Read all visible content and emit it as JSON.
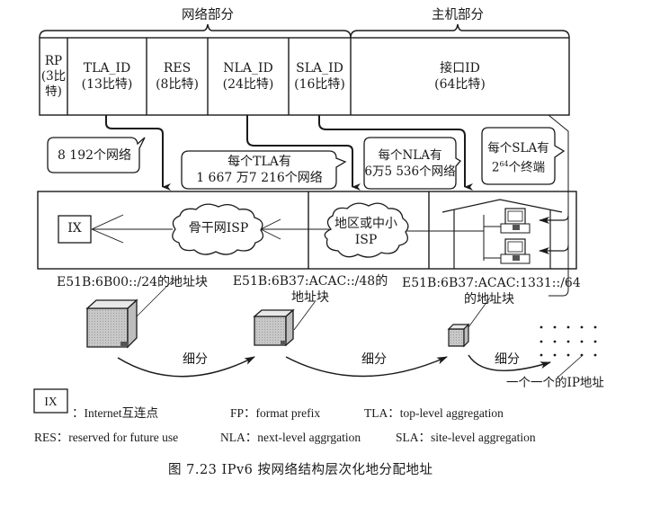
{
  "header": {
    "network_part": "网络部分",
    "host_part": "主机部分"
  },
  "fields": [
    {
      "name": "RP",
      "bits": "(3比",
      "bits2": "特)"
    },
    {
      "name": "TLA_ID",
      "bits": "(13比特)"
    },
    {
      "name": "RES",
      "bits": "(8比特)"
    },
    {
      "name": "NLA_ID",
      "bits": "(24比特)"
    },
    {
      "name": "SLA_ID",
      "bits": "(16比特)"
    },
    {
      "name": "接口ID",
      "bits": "(64比特)"
    }
  ],
  "bubbles": {
    "tla_count": "8 192个网络",
    "per_tla_line1": "每个TLA有",
    "per_tla_line2": "1 667 万7 216个网络",
    "per_nla_line1": "每个NLA有",
    "per_nla_line2": "6万5 536个网络",
    "per_sla_line1": "每个SLA有",
    "per_sla_line2_base": "2",
    "per_sla_line2_exp": "64",
    "per_sla_line2_rest": "个终端"
  },
  "network": {
    "ix_label": "IX",
    "backbone_isp": "骨干网ISP",
    "regional_isp_line1": "地区或中小",
    "regional_isp_line2": "ISP"
  },
  "blocks": {
    "block24": "E51B:6B00::/24的地址块",
    "block48_line1": "E51B:6B37:ACAC::/48的",
    "block48_line2": "地址块",
    "block64_line1": "E51B:6B37:ACAC:1331::/64",
    "block64_line2": "的地址块",
    "subdivide1": "细分",
    "subdivide2": "细分",
    "subdivide3": "细分",
    "individual_ip": "一个一个的IP地址"
  },
  "legend": {
    "ix_box": "IX",
    "ix_desc": "：Internet互连点",
    "fp": "FP：format prefix",
    "tla": "TLA：top-level aggregation",
    "res": "RES：reserved for future use",
    "nla": "NLA：next-level aggrgation",
    "sla": "SLA：site-level aggregation"
  },
  "caption": "图 7.23   IPv6 按网络结构层次化地分配地址"
}
